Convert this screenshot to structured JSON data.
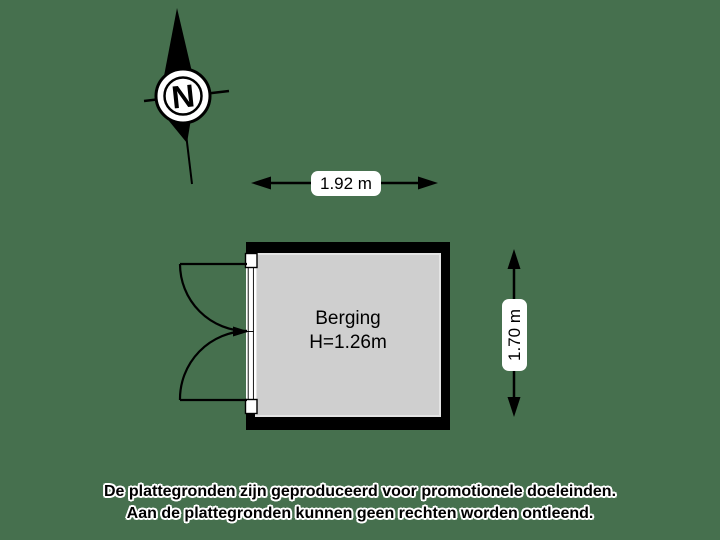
{
  "compass": {
    "letter": "N"
  },
  "dimensions": {
    "width": "1.92 m",
    "height": "1.70 m"
  },
  "room": {
    "name": "Berging",
    "ceiling_height": "H=1.26m"
  },
  "disclaimer": {
    "line1": "De plattegronden zijn geproduceerd voor promotionele doeleinden.",
    "line2": "Aan de plattegronden kunnen geen rechten worden ontleend."
  },
  "colors": {
    "background": "#46704E",
    "floor": "#CFCFCF",
    "line": "#000000",
    "label_bg": "#FFFFFF",
    "text": "#000000",
    "halo": "#FFFFFF"
  }
}
